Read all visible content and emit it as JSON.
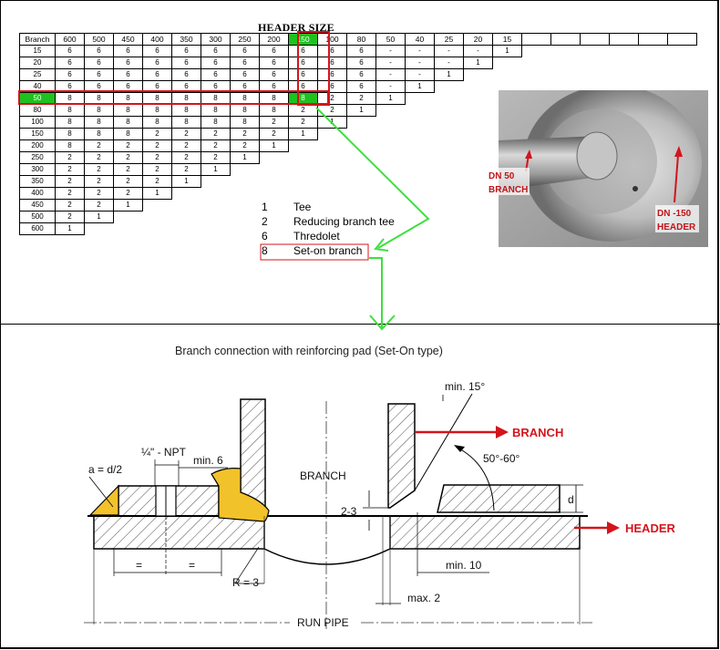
{
  "table": {
    "title": "HEADER SIZE",
    "corner_label": "Branch",
    "header_sizes": [
      "600",
      "500",
      "450",
      "400",
      "350",
      "300",
      "250",
      "200",
      "150",
      "100",
      "80",
      "50",
      "40",
      "25",
      "20",
      "15"
    ],
    "rows": [
      {
        "branch": "15",
        "cells": [
          "6",
          "6",
          "6",
          "6",
          "6",
          "6",
          "6",
          "6",
          "6",
          "6",
          "6",
          "-",
          "-",
          "-",
          "-",
          "1"
        ]
      },
      {
        "branch": "20",
        "cells": [
          "6",
          "6",
          "6",
          "6",
          "6",
          "6",
          "6",
          "6",
          "6",
          "6",
          "6",
          "-",
          "-",
          "-",
          "1"
        ]
      },
      {
        "branch": "25",
        "cells": [
          "6",
          "6",
          "6",
          "6",
          "6",
          "6",
          "6",
          "6",
          "6",
          "6",
          "6",
          "-",
          "-",
          "1"
        ]
      },
      {
        "branch": "40",
        "cells": [
          "6",
          "6",
          "6",
          "6",
          "6",
          "6",
          "6",
          "6",
          "6",
          "6",
          "6",
          "-",
          "1"
        ]
      },
      {
        "branch": "50",
        "cells": [
          "8",
          "8",
          "8",
          "8",
          "8",
          "8",
          "8",
          "8",
          "8",
          "2",
          "2",
          "1"
        ]
      },
      {
        "branch": "80",
        "cells": [
          "8",
          "8",
          "8",
          "8",
          "8",
          "8",
          "8",
          "8",
          "2",
          "2",
          "1"
        ]
      },
      {
        "branch": "100",
        "cells": [
          "8",
          "8",
          "8",
          "8",
          "8",
          "8",
          "8",
          "2",
          "2",
          "1"
        ]
      },
      {
        "branch": "150",
        "cells": [
          "8",
          "8",
          "8",
          "2",
          "2",
          "2",
          "2",
          "2",
          "1"
        ]
      },
      {
        "branch": "200",
        "cells": [
          "8",
          "2",
          "2",
          "2",
          "2",
          "2",
          "2",
          "1"
        ]
      },
      {
        "branch": "250",
        "cells": [
          "2",
          "2",
          "2",
          "2",
          "2",
          "2",
          "1"
        ]
      },
      {
        "branch": "300",
        "cells": [
          "2",
          "2",
          "2",
          "2",
          "2",
          "1"
        ]
      },
      {
        "branch": "350",
        "cells": [
          "2",
          "2",
          "2",
          "2",
          "1"
        ]
      },
      {
        "branch": "400",
        "cells": [
          "2",
          "2",
          "2",
          "1"
        ]
      },
      {
        "branch": "450",
        "cells": [
          "2",
          "2",
          "1"
        ]
      },
      {
        "branch": "500",
        "cells": [
          "2",
          "1"
        ]
      },
      {
        "branch": "600",
        "cells": [
          "1"
        ]
      }
    ],
    "highlight_branch": "50",
    "highlight_header": "150"
  },
  "legend": [
    {
      "num": "1",
      "text": "Tee"
    },
    {
      "num": "2",
      "text": "Reducing branch tee"
    },
    {
      "num": "6",
      "text": "Thredolet"
    },
    {
      "num": "8",
      "text": "Set-on branch"
    }
  ],
  "photo": {
    "branch_label_1": "DN 50",
    "branch_label_2": "BRANCH",
    "header_label_1": "DN -150",
    "header_label_2": "HEADER"
  },
  "drawing": {
    "title": "Branch connection with reinforcing pad (Set-On type)",
    "labels": {
      "branch_inside": "BRANCH",
      "branch_arrow": "BRANCH",
      "header_arrow": "HEADER",
      "run_pipe": "RUN PIPE",
      "weld_a": "a = d/2",
      "npt": "¼\" - NPT",
      "min6": "min. 6",
      "min15": "min. 15°",
      "angle": "50°-60°",
      "d": "d",
      "gap": "2-3",
      "min10": "min. 10",
      "max2": "max. 2",
      "radius": "R = 3",
      "eq1": "=",
      "eq2": "="
    }
  },
  "colors": {
    "highlight_red": "#d4141c",
    "highlight_green": "#1ec21e",
    "weld_yellow": "#f2c22a",
    "arrow_green": "#3ee03e"
  }
}
